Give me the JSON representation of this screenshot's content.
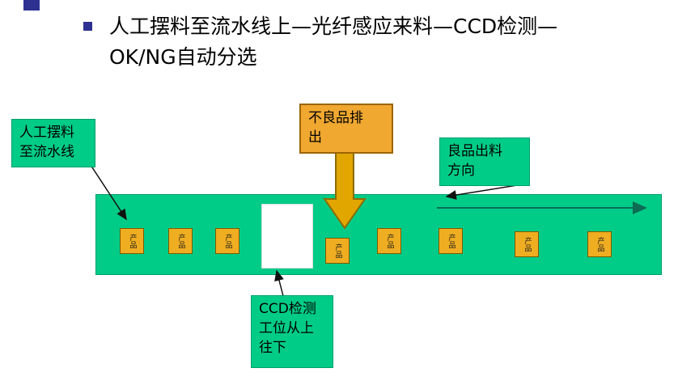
{
  "slide": {
    "title_lines": [
      "人工摆料至流水线上—光纤感应来料—CCD检测—",
      "OK/NG自动分选"
    ]
  },
  "callouts": {
    "manual_feed": {
      "lines": [
        "人工摆料",
        "至流水线"
      ]
    },
    "defect_discharge": {
      "lines": [
        "不良品排",
        "出"
      ]
    },
    "good_output": {
      "lines": [
        "良品出料",
        "方向"
      ]
    },
    "ccd_station": {
      "lines": [
        "CCD检测",
        "工位从上",
        "往下"
      ]
    }
  },
  "conveyor": {
    "product_label": "产品",
    "product_count": 8
  },
  "colors": {
    "belt_green": "#00CC88",
    "green_border": "#009E6B",
    "orange_fill": "#F0A830",
    "orange_border": "#9C6500",
    "product_fill": "#EFAD21",
    "big_arrow_gold": "#E2A600",
    "bullet_blue": "#2E3192",
    "direction_line": "#0E6B54"
  }
}
